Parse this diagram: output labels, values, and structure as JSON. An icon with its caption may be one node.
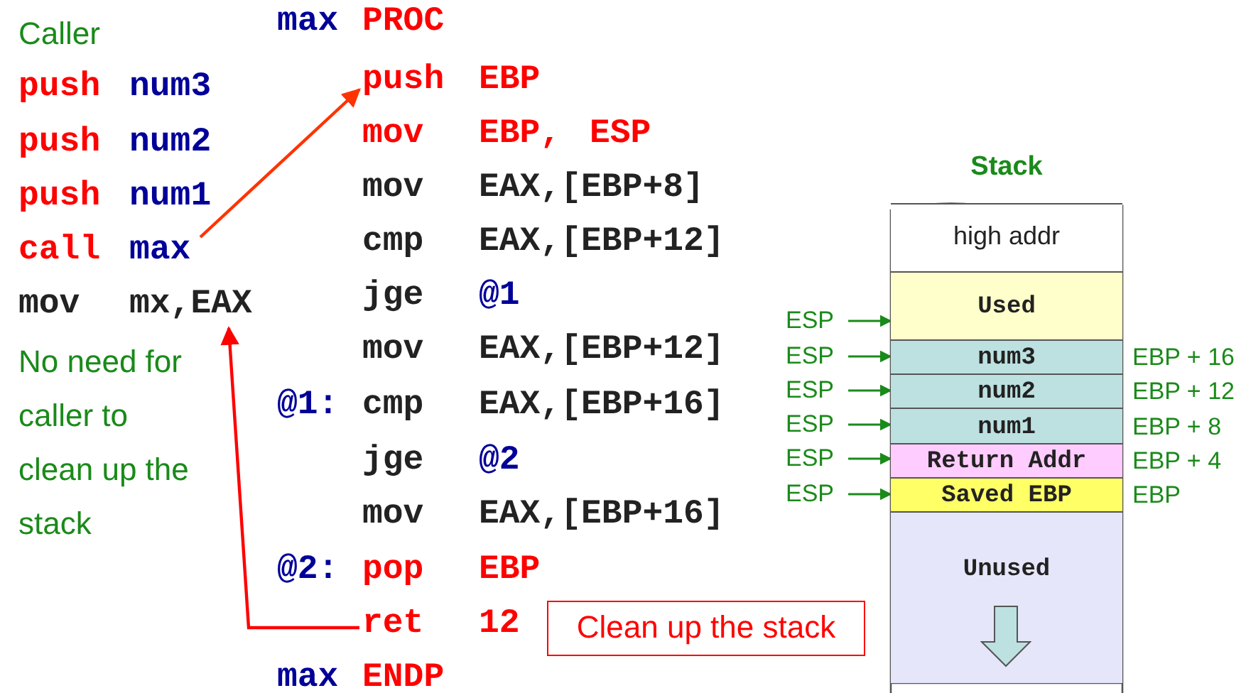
{
  "diagram": {
    "nodes": [
      {
        "text": [
          "call max"
        ]
      },
      {
        "text": [
          "mov mx,EAX"
        ]
      },
      {
        "text": [
          "push EBP"
        ]
      },
      {
        "text": [
          "ret 12"
        ]
      },
      {
        "text": [
          "Clean up the stack"
        ]
      },
      {
        "text": [
          "Stack"
        ]
      },
      {
        "text": [
          "high addr"
        ],
        "in": 5
      },
      {
        "text": [
          "Used"
        ],
        "in": 5
      },
      {
        "text": [
          "num3"
        ],
        "in": 5,
        "beside": [
          "EBP + 16"
        ]
      },
      {
        "text": [
          "num2"
        ],
        "in": 5,
        "beside": [
          "EBP + 12"
        ]
      },
      {
        "text": [
          "num1"
        ],
        "in": 5,
        "beside": [
          "EBP + 8"
        ]
      },
      {
        "text": [
          "Return Addr"
        ],
        "in": 5,
        "beside": [
          "EBP + 4"
        ]
      },
      {
        "text": [
          "Saved EBP"
        ],
        "in": 5,
        "beside": [
          "EBP"
        ]
      },
      {
        "text": [
          "Unused"
        ],
        "in": 5
      },
      {
        "text": [
          "ESP"
        ]
      },
      {
        "text": [
          "ESP"
        ]
      },
      {
        "text": [
          "ESP"
        ]
      },
      {
        "text": [
          "ESP"
        ]
      },
      {
        "text": [
          "ESP"
        ]
      },
      {
        "text": [
          "ESP"
        ]
      }
    ],
    "edges": [
      {
        "from": 0,
        "to": 2,
        "arrow": "to",
        "color": "#ff3300"
      },
      {
        "from": 3,
        "to": 1,
        "arrow": "to",
        "color": "#ff0000"
      },
      {
        "from": 14,
        "to": 7,
        "arrow": "to"
      },
      {
        "from": 15,
        "to": 8,
        "arrow": "to"
      },
      {
        "from": 16,
        "to": 9,
        "arrow": "to"
      },
      {
        "from": 17,
        "to": 10,
        "arrow": "to"
      },
      {
        "from": 18,
        "to": 11,
        "arrow": "to"
      },
      {
        "from": 19,
        "to": 12,
        "arrow": "to"
      }
    ],
    "labels": [
      "Caller",
      "push num3",
      "push num2",
      "push num1",
      "No need for caller to clean up the stack",
      "max PROC",
      "mov EBP, ESP",
      "mov EAX,[EBP+8]",
      "cmp EAX,[EBP+12]",
      "jge @1",
      "mov EAX,[EBP+12]",
      "@1: cmp EAX,[EBP+16]",
      "jge @2",
      "mov EAX,[EBP+16]",
      "@2: pop EBP",
      "max ENDP"
    ]
  }
}
